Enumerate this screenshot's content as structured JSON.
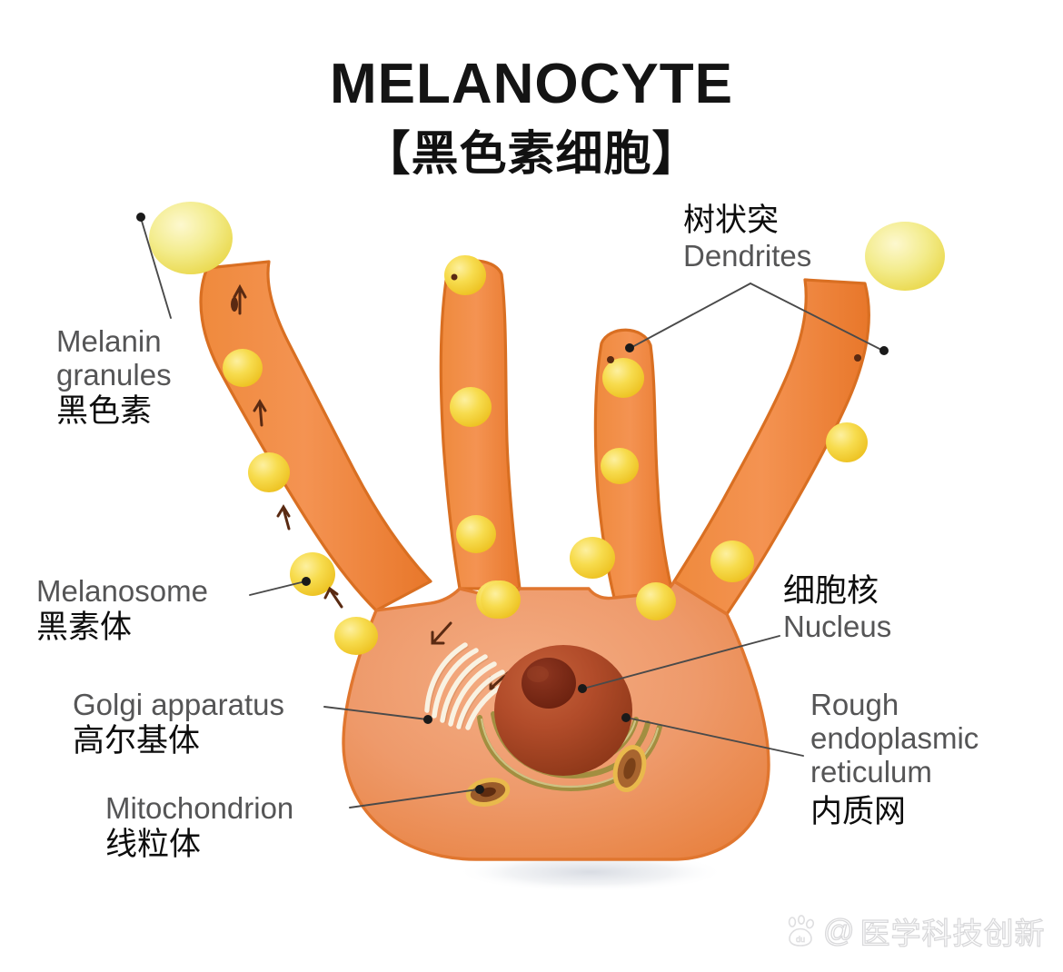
{
  "title": {
    "english": "MELANOCYTE",
    "chinese": "【黑色素细胞】"
  },
  "labels": {
    "melanin_granules": {
      "english": "Melanin\ngranules",
      "chinese": "黑色素"
    },
    "melanosome": {
      "english": "Melanosome",
      "chinese": "黑素体"
    },
    "golgi": {
      "english": "Golgi apparatus",
      "chinese": "高尔基体"
    },
    "mitochondrion": {
      "english": "Mitochondrion",
      "chinese": "线粒体"
    },
    "dendrites": {
      "english": "Dendrites",
      "chinese": "树状突"
    },
    "nucleus": {
      "english": "Nucleus",
      "chinese": "细胞核"
    },
    "rough_er": {
      "english": "Rough\nendoplasmic\nreticulum",
      "chinese": "内质网"
    }
  },
  "watermark": {
    "logo": "baidu-paw-logo",
    "at": "@",
    "text": "医学科技创新"
  },
  "colors": {
    "background": "#ffffff",
    "cell_body_fill": "#ee9a6b",
    "cell_body_edge": "#e0762f",
    "dendrite_fill": "#f08a3c",
    "dendrite_edge": "#dd6f22",
    "melanosome_yellow": "#f5d132",
    "melanosome_yellow_light": "#f7e06a",
    "melanin_blob": "#f2e87a",
    "nucleus_fill": "#b04a28",
    "nucleolus_fill": "#7b2815",
    "golgi_stroke": "#f7f1e4",
    "rer_stroke": "#9a8a3c",
    "mitochondrion_ring": "#e8b94a",
    "leader_line": "#4a4a4a",
    "title_text": "#141414",
    "label_en_text": "#555556",
    "label_zh_text": "#0d0d0d",
    "shadow": "#c9ccd4"
  },
  "diagram": {
    "type": "biological-cell-diagram",
    "subject": "Melanocyte (pigment cell)",
    "dendrite_count": 4,
    "organelles": [
      "nucleus",
      "nucleolus",
      "golgi apparatus",
      "rough endoplasmic reticulum",
      "mitochondrion",
      "melanosome",
      "melanin granules"
    ]
  }
}
